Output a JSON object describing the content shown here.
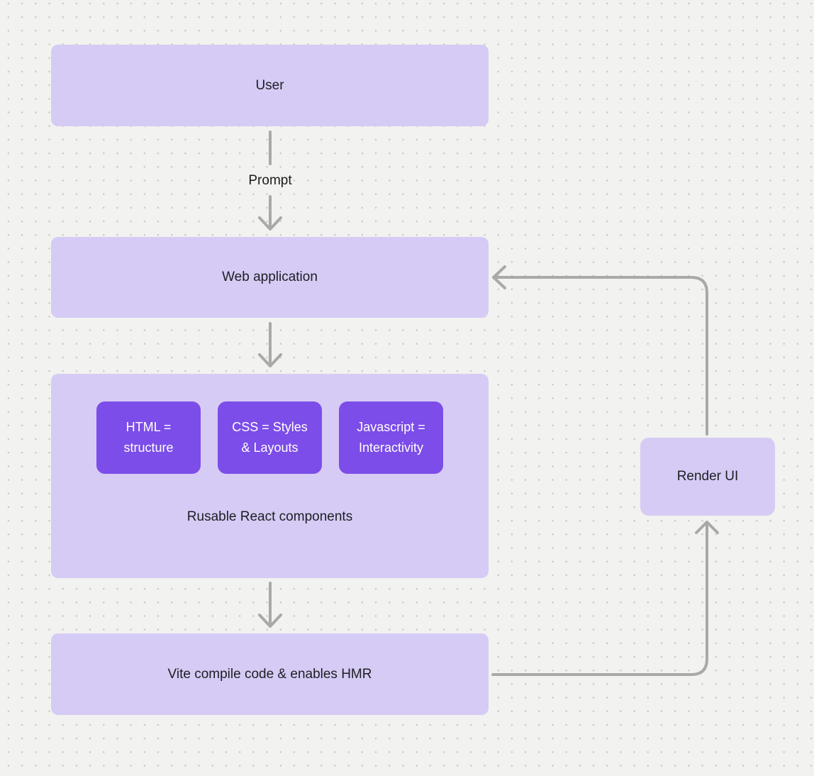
{
  "diagram": {
    "nodes": {
      "user": {
        "label": "User"
      },
      "web_application": {
        "label": "Web application"
      },
      "components_group": {
        "caption": "Rusable React components",
        "items": [
          {
            "label": "HTML = structure",
            "line1": "HTML =",
            "line2": "structure"
          },
          {
            "label": "CSS = Styles & Layouts",
            "line1": "CSS = Styles",
            "line2": "& Layouts"
          },
          {
            "label": "Javascript = Interactivity",
            "line1": "Javascript =",
            "line2": "Interactivity"
          }
        ]
      },
      "vite": {
        "label": "Vite compile code & enables HMR"
      },
      "render_ui": {
        "label": "Render UI"
      }
    },
    "edges": {
      "prompt_label": "Prompt"
    },
    "colors": {
      "background": "#f2f2f0",
      "dot_grid": "#c9c9c9",
      "node_fill": "#d6cbf5",
      "inner_node_fill": "#7c4de8",
      "inner_node_text": "#ffffff",
      "node_text": "#1e1e23",
      "connector": "#a9a9a9"
    }
  }
}
